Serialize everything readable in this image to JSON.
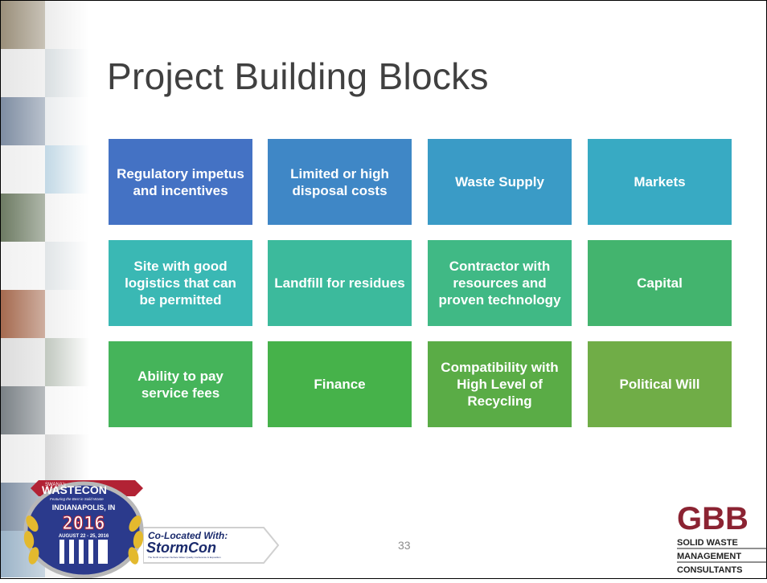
{
  "title": "Project Building Blocks",
  "page_number": "33",
  "tiles": [
    {
      "label": "Regulatory impetus and incentives",
      "color": "#4472c4"
    },
    {
      "label": "Limited or high disposal costs",
      "color": "#3f87c6"
    },
    {
      "label": "Waste Supply",
      "color": "#3a9bc6"
    },
    {
      "label": "Markets",
      "color": "#38aac3"
    },
    {
      "label": "Site with good logistics that can be permitted",
      "color": "#3ab8b4"
    },
    {
      "label": "Landfill for residues",
      "color": "#3cba9c"
    },
    {
      "label": "Contractor with resources and proven technology",
      "color": "#40b985"
    },
    {
      "label": "Capital",
      "color": "#43b46e"
    },
    {
      "label": "Ability to pay service fees",
      "color": "#45b45a"
    },
    {
      "label": "Finance",
      "color": "#46b24a"
    },
    {
      "label": "Compatibility with High Level of Recycling",
      "color": "#5aac46"
    },
    {
      "label": "Political Will",
      "color": "#70ad47"
    }
  ],
  "logo_wastecon": {
    "brand": "WASTECON",
    "prefix": "SWANA's",
    "tagline": "Featuring the Best in Solid Waste",
    "city": "INDIANAPOLIS, IN",
    "year": "2016",
    "dates": "AUGUST 22 - 25, 2016"
  },
  "logo_stormcon": {
    "colocated": "Co-Located With:",
    "brand": "StormCon",
    "tagline": "The North American Surface Water Quality Conference & Exposition"
  },
  "logo_gbb": {
    "brand": "GBB",
    "lines": [
      "SOLID WASTE",
      "MANAGEMENT",
      "CONSULTANTS"
    ]
  }
}
